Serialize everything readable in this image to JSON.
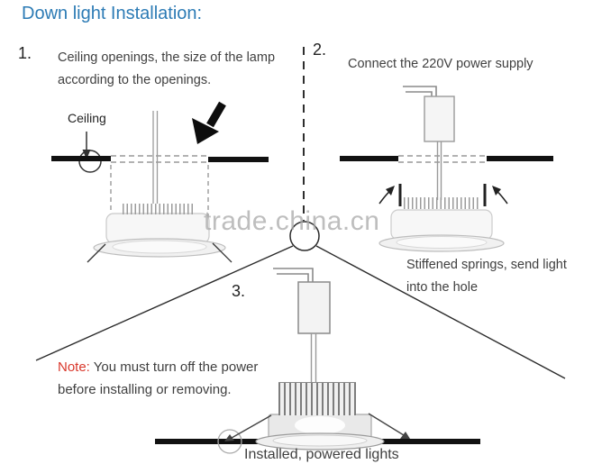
{
  "title": "Down light Installation:",
  "watermark": "trade.china.cn",
  "colors": {
    "title_blue": "#2c7bb5",
    "note_red": "#d9372b",
    "text_gray": "#3f3f3f",
    "line_black": "#111111",
    "watermark_gray": "#a9a9a9"
  },
  "step1": {
    "number": "1.",
    "instruction_line1": "Ceiling openings, the size of the lamp",
    "instruction_line2": "according to the openings.",
    "ceiling_label": "Ceiling"
  },
  "step2": {
    "number": "2.",
    "instruction": "Connect the 220V power supply",
    "caption_line1": "Stiffened springs, send light",
    "caption_line2": "into the hole"
  },
  "step3": {
    "number": "3.",
    "note_label": "Note:",
    "note_line1": "You must turn off the power",
    "note_line2": "before installing or removing.",
    "caption": "Installed, powered lights"
  }
}
